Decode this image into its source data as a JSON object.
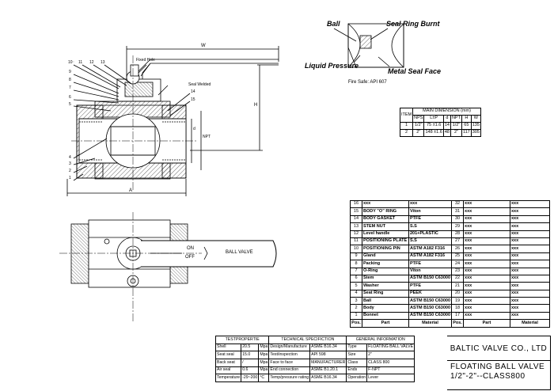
{
  "callouts": {
    "ball": "Ball",
    "seal_ring_burnt": "Seal Ring Burnt",
    "liquid_pressure": "Liquid Pressure",
    "metal_seal_face": "Metal Seal Face",
    "fire_safe": "Fire Safe: API 607"
  },
  "drawing_labels": {
    "fixed_hole": "Fixed Hole",
    "seal_welded": "Seal Welded",
    "dim_w": "W",
    "dim_h": "H",
    "dim_a": "A",
    "dim_d": "d",
    "dim_npt": "NPT",
    "on": "ON",
    "off": "OFF",
    "ball_valve": "BALL VALVE",
    "balloons": [
      "10",
      "11",
      "12",
      "13",
      "9",
      "8",
      "7",
      "6",
      "5",
      "14",
      "15",
      "4",
      "3",
      "2",
      "1"
    ]
  },
  "dimension_table": {
    "title": "MAIN DIMENSION (mm)",
    "headers": [
      "ITEM",
      "NPS",
      "L±P",
      "d",
      "NPT",
      "H",
      "W"
    ],
    "rows": [
      [
        "1",
        "1/2\"",
        "75 ±1.6",
        "14",
        "1/2\"",
        "65",
        "135"
      ],
      [
        "2",
        "2\"",
        "148 ±1.6",
        "48",
        "2\"",
        "117",
        "305"
      ]
    ]
  },
  "bom": {
    "rows": [
      [
        "16",
        "xxx",
        "xxx",
        "32",
        "xxx",
        "xxx"
      ],
      [
        "15",
        "BODY \"O\" RING",
        "Viton",
        "31",
        "xxx",
        "xxx"
      ],
      [
        "14",
        "BODY GASKET",
        "PTFE",
        "30",
        "xxx",
        "xxx"
      ],
      [
        "13",
        "STEM NUT",
        "S.S",
        "29",
        "xxx",
        "xxx"
      ],
      [
        "12",
        "Level handle",
        "201+PLASTIC",
        "28",
        "xxx",
        "xxx"
      ],
      [
        "11",
        "POSITIONING PLATE",
        "S.S",
        "27",
        "xxx",
        "xxx"
      ],
      [
        "10",
        "POSITIONING PIN",
        "ASTM A182 F316",
        "26",
        "xxx",
        "xxx"
      ],
      [
        "9",
        "Gland",
        "ASTM A182 F316",
        "25",
        "xxx",
        "xxx"
      ],
      [
        "8",
        "Packing",
        "PTFE",
        "24",
        "xxx",
        "xxx"
      ],
      [
        "7",
        "O-Ring",
        "Viton",
        "23",
        "xxx",
        "xxx"
      ],
      [
        "6",
        "Stem",
        "ASTM B150 C63000",
        "22",
        "xxx",
        "xxx"
      ],
      [
        "5",
        "Washer",
        "PTFE",
        "21",
        "xxx",
        "xxx"
      ],
      [
        "4",
        "Seat Ring",
        "PEEK",
        "20",
        "xxx",
        "xxx"
      ],
      [
        "3",
        "Ball",
        "ASTM B150 C63000",
        "19",
        "xxx",
        "xxx"
      ],
      [
        "2",
        "Body",
        "ASTM B150 C63000",
        "18",
        "xxx",
        "xxx"
      ],
      [
        "1",
        "Bonnet",
        "ASTM B150 C63000",
        "17",
        "xxx",
        "xxx"
      ]
    ],
    "header": [
      "Pos.",
      "Part",
      "Material",
      "Pos.",
      "Part",
      "Material"
    ]
  },
  "spec": {
    "headers": [
      "TESTPROPERTIE",
      "TECHNICAL SPECIFICTION",
      "GENERAL INFORMATION"
    ],
    "rows": [
      [
        "Shell",
        "20.5",
        "Mpa",
        "Design/Manufacture",
        "ASME B16.34",
        "Type",
        "FLOATING BALL VALVE"
      ],
      [
        "Seat seal",
        "15.0",
        "Mpa",
        "Test/inspection",
        "API 598",
        "Size",
        "2\""
      ],
      [
        "Back seat",
        "/",
        "Mpa",
        "Face to face",
        "MANUFACTURER",
        "Class",
        "CLASS 800"
      ],
      [
        "Air seal",
        "0.6",
        "Mpa",
        "End connection",
        "ASME B1.20.1",
        "Ends",
        "F-NPT"
      ],
      [
        "Temperature",
        "-29~200",
        "°C",
        "Temp/pressure rating",
        "ASME B16.34",
        "Operation",
        "Lever"
      ]
    ]
  },
  "title_block": {
    "company": "BALTIC VALVE CO., LTD",
    "product_line1": "FLOATING BALL VALVE",
    "product_line2": "1/2\"-2\"--CLASS800"
  }
}
